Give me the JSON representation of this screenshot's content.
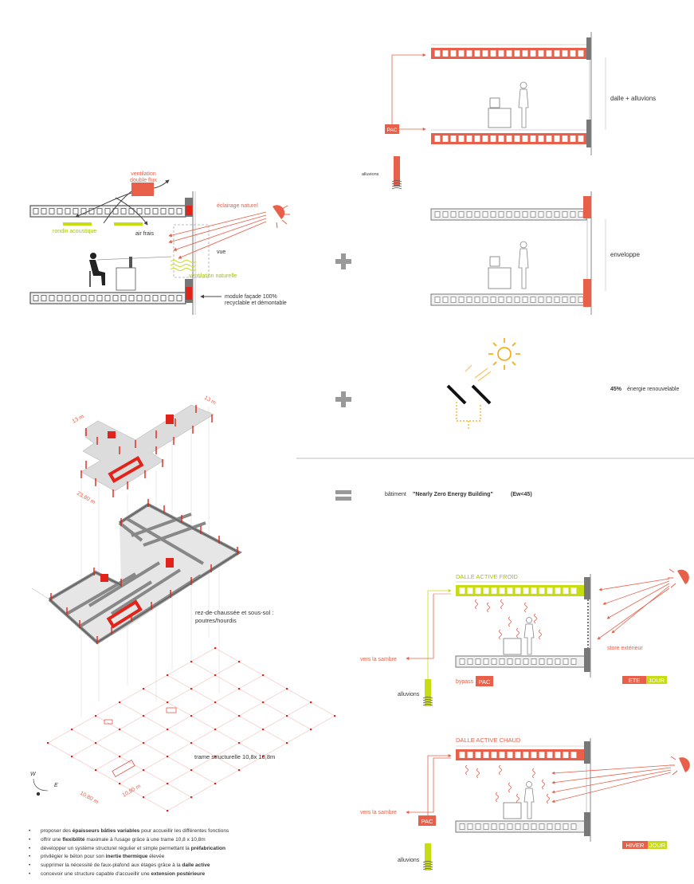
{
  "colors": {
    "accent": "#e8604a",
    "red": "#e2231a",
    "lime": "#c8dc14",
    "gray": "#9a9a9a",
    "dark": "#555555",
    "sun": "#f7a800"
  },
  "section1": {
    "ventilation": "ventilation",
    "double_flux": "double flux",
    "eclairage": "éclairage naturel",
    "rondin": "rondin acoustique",
    "air_frais": "air frais",
    "vue": "vue",
    "ventilation_naturelle": "ventilation naturelle",
    "module_l1": "module façade 100%",
    "module_l2": "recyclable et démontable"
  },
  "section2": {
    "pac": "PAC",
    "alluvions": "alluvions",
    "dalle_alluvions": "dalle + alluvions"
  },
  "section3": {
    "enveloppe": "enveloppe"
  },
  "section4": {
    "percent": "45%",
    "energie": "énergie renouvelable"
  },
  "nzeb": {
    "prefix": "bâtiment",
    "title": "\"Nearly Zero Energy Building\"",
    "suffix": "(Ew<45)"
  },
  "summer": {
    "title": "DALLE ACTIVE FROID",
    "vers": "vers la sambre",
    "store": "store extérieur",
    "bypass": "bypass",
    "pac": "PAC",
    "alluvions": "alluvions",
    "season": "ETE",
    "time": "JOUR"
  },
  "winter": {
    "title": "DALLE ACTIVE CHAUD",
    "vers": "vers la sambre",
    "pac": "PAC",
    "alluvions": "alluvions",
    "season": "HIVER",
    "time": "JOUR"
  },
  "axo": {
    "dim_13a": "13 m",
    "dim_13b": "13 m",
    "dim_23": "23,80 m",
    "rdc_l1": "rez-de-chaussée et sous-sol :",
    "rdc_l2": "poutres/hourdis",
    "trame": "trame structurelle  10,8x 10,8m",
    "dim_108a": "10,80 m",
    "dim_108b": "10,80 m",
    "compass_w": "W",
    "compass_e": "E"
  },
  "bullets": [
    {
      "a": "proposer des ",
      "b": "épaisseurs bâties variables",
      "c": " pour accueillir les différentes fonctions"
    },
    {
      "a": "offrir une ",
      "b": "flexibilité",
      "c": " maximale à l'usage grâce à une trame 10,8 x 10,8m"
    },
    {
      "a": "développer un système structurel régulier et simple permettant la ",
      "b": "préfabrication",
      "c": ""
    },
    {
      "a": "privilégier le béton pour son ",
      "b": "inertie thermique",
      "c": " élevée"
    },
    {
      "a": "supprimer la nécessité de faux-plafond aux étages grâce à la ",
      "b": "dalle active",
      "c": ""
    },
    {
      "a": "concevoir une structure capable d'accueillir une ",
      "b": "extension postérieure",
      "c": ""
    }
  ]
}
